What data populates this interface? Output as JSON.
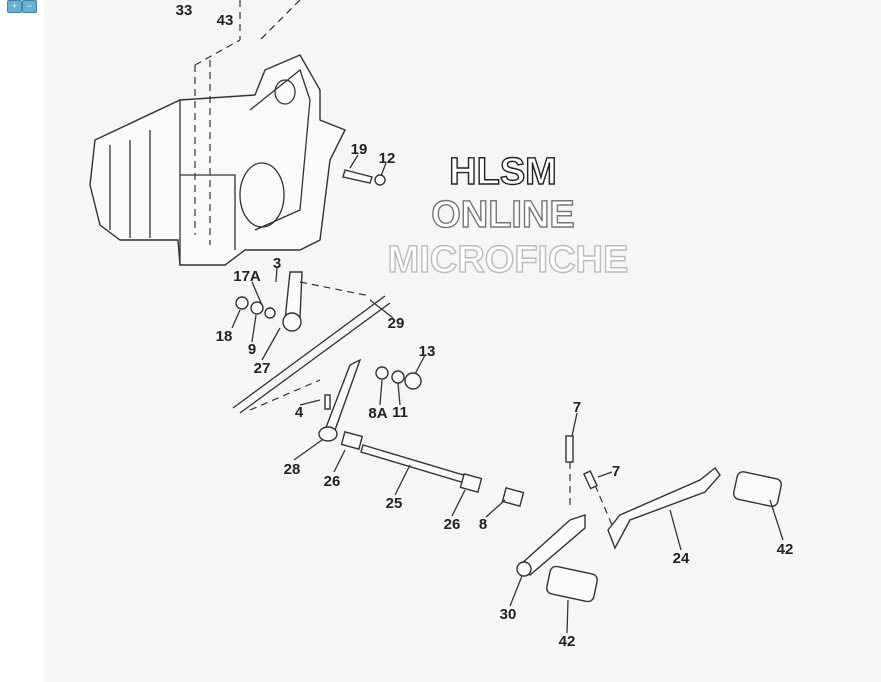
{
  "toolbar": {
    "zoom_in": "+",
    "zoom_out": "−"
  },
  "watermark": {
    "line1": "HLSM",
    "line2": "ONLINE",
    "line3": "MICROFICHE"
  },
  "callouts": [
    "33",
    "43",
    "19",
    "12",
    "3",
    "17A",
    "18",
    "9",
    "29",
    "27",
    "13",
    "4",
    "8A",
    "11",
    "7",
    "7",
    "28",
    "26",
    "25",
    "26",
    "8",
    "24",
    "42",
    "30",
    "42"
  ]
}
